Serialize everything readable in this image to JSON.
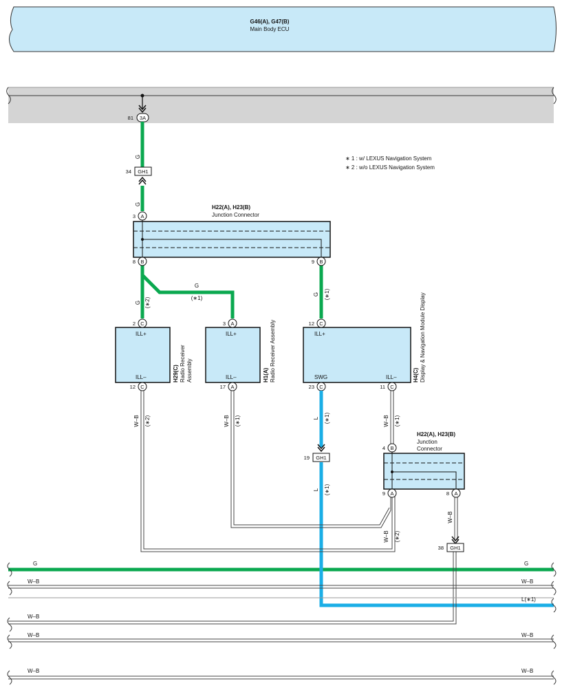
{
  "ecu": {
    "title": "G46(A), G47(B)",
    "name": "Main Body ECU"
  },
  "notes": [
    "∗ 1 : w/ LEXUS Navigation System",
    "∗ 2 : w/o LEXUS Navigation System"
  ],
  "junction_top": {
    "title": "H22(A), H23(B)",
    "name": "Junction Connector",
    "pin_in": "3",
    "pin_in_letter": "A",
    "pin_out_left": "8",
    "pin_out_left_letter": "B",
    "pin_out_right": "9",
    "pin_out_right_letter": "B"
  },
  "junction_bottom": {
    "title": "H22(A), H23(B)",
    "name1": "Junction",
    "name2": "Connector",
    "pin_in": "4",
    "pin_in_letter": "B",
    "pin_left": "9",
    "pin_left_letter": "A",
    "pin_right": "8",
    "pin_right_letter": "A"
  },
  "ecu_pin": {
    "num": "81",
    "letter": "3A"
  },
  "connector_gh1_top": {
    "num": "34",
    "label": "GH1"
  },
  "connector_gh1_mid": {
    "num": "19",
    "label": "GH1"
  },
  "connector_gh1_bot": {
    "num": "38",
    "label": "GH1"
  },
  "components": {
    "h29": {
      "code": "H29(C)",
      "name1": "Radio Receiver",
      "name2": "Assembly",
      "in_label": "ILL+",
      "out_label": "ILL–",
      "pin_in": "2",
      "pin_in_letter": "C",
      "pin_out": "12",
      "pin_out_letter": "C"
    },
    "h1": {
      "code": "H1(A)",
      "name": "Radio Receiver Assembly",
      "in_label": "ILL+",
      "out_label": "ILL–",
      "pin_in": "3",
      "pin_in_letter": "A",
      "pin_out": "17",
      "pin_out_letter": "A"
    },
    "h4": {
      "code": "H4(C)",
      "name": "Display & Navigation Module Display",
      "in_label": "ILL+",
      "swg_label": "SWG",
      "out_label": "ILL–",
      "pin_in": "12",
      "pin_in_letter": "C",
      "pin_swg": "23",
      "pin_swg_letter": "C",
      "pin_out": "11",
      "pin_out_letter": "C"
    }
  },
  "wire_labels": {
    "g": "G",
    "wb": "W–B",
    "l": "L",
    "l1": "L(∗1)",
    "n1": "(∗1)",
    "n2": "(∗2)"
  },
  "colors": {
    "green": "#0aa84f",
    "blue": "#1aaee6",
    "box_fill": "#c8e9f8",
    "band": "#d4d4d4"
  }
}
